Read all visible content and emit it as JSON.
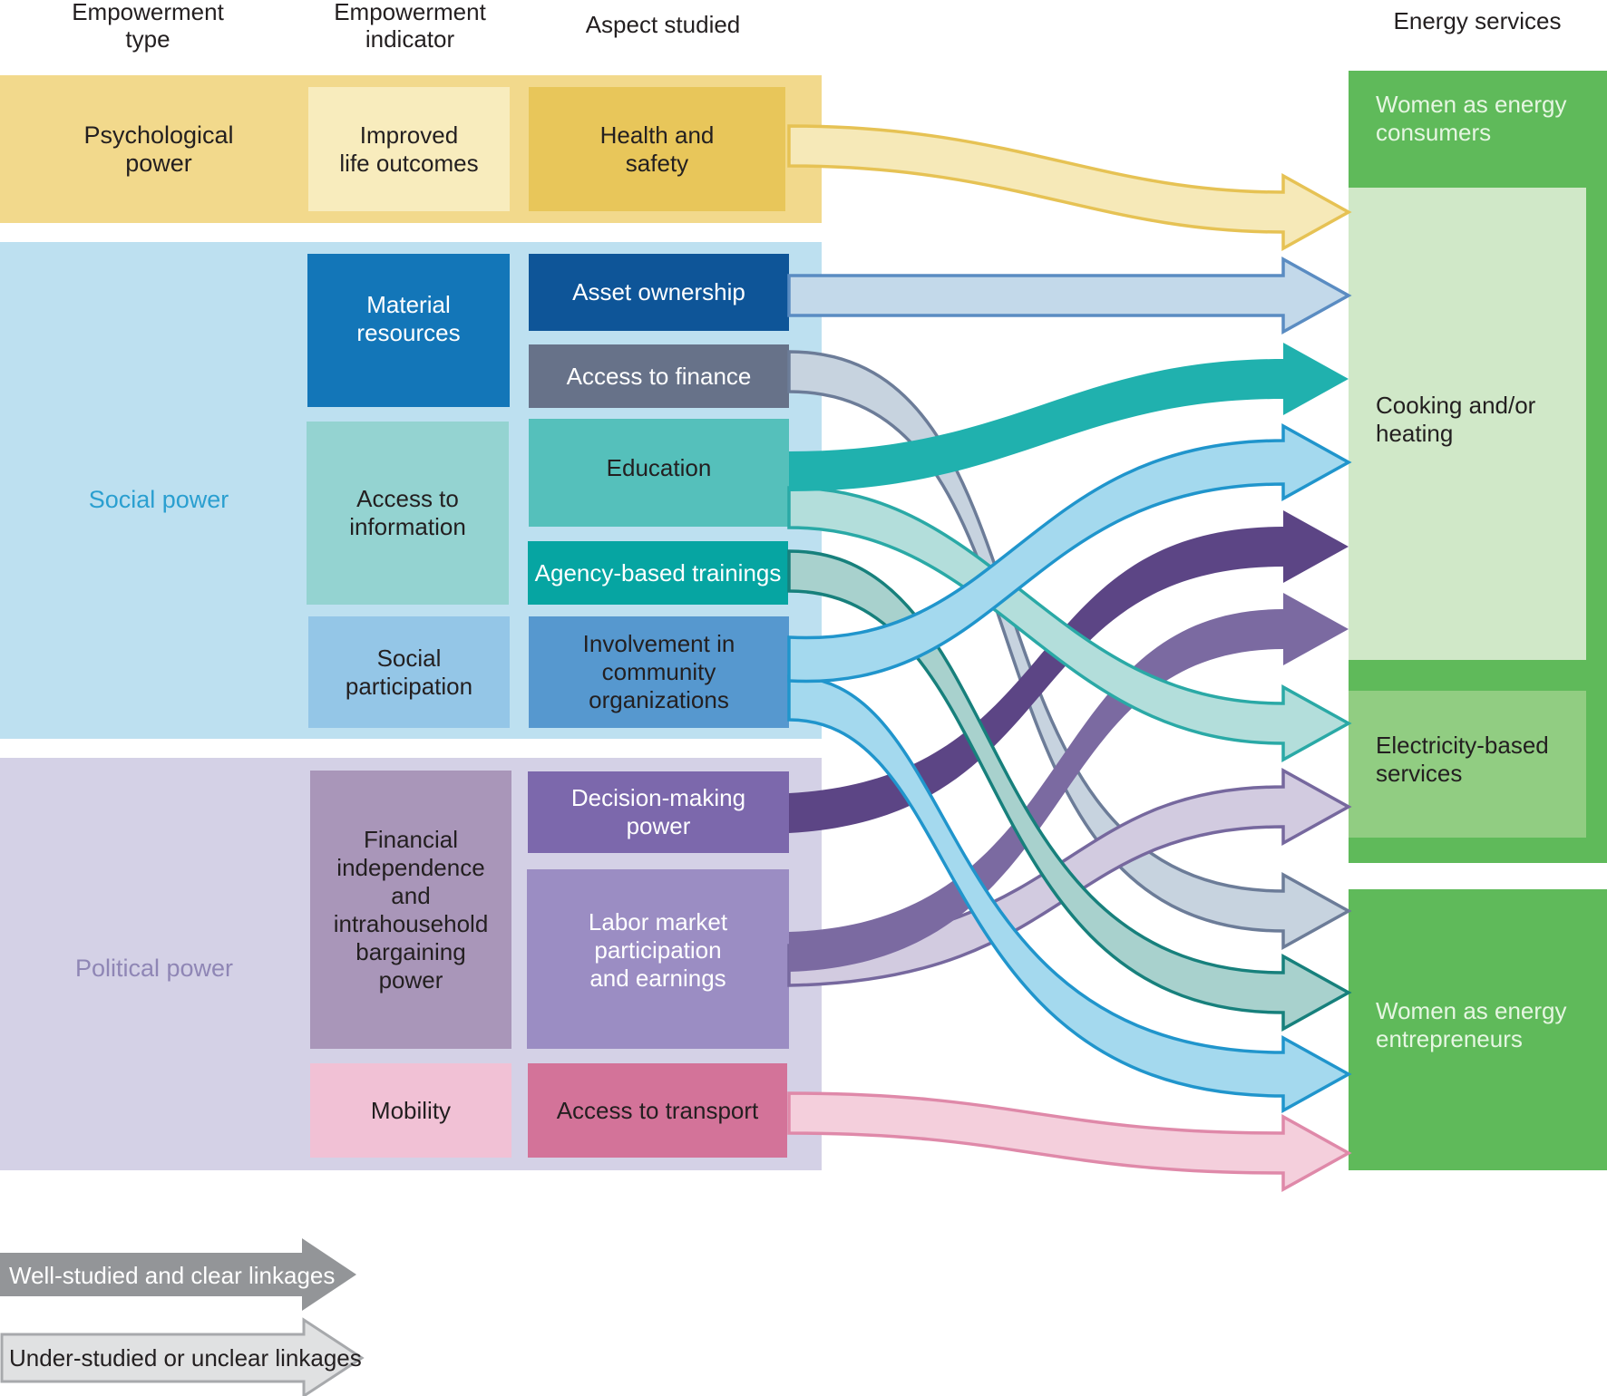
{
  "headers": {
    "empowerment_type": "Empowerment\ntype",
    "empowerment_indicator": "Empowerment\nindicator",
    "aspect_studied": "Aspect studied",
    "energy_services": "Energy services"
  },
  "empowerment_types": [
    {
      "id": "psychological",
      "label": "Psychological\npower",
      "band_color": "#f2d98c",
      "text_color": "#231f20"
    },
    {
      "id": "social",
      "label": "Social power",
      "band_color": "#bde0f0",
      "text_color": "#2a9fd0"
    },
    {
      "id": "political",
      "label": "Political power",
      "band_color": "#d4d1e6",
      "text_color": "#8f86b5"
    }
  ],
  "indicators": [
    {
      "id": "improved-life",
      "label": "Improved\nlife outcomes",
      "color": "#f8ecbd",
      "text_color": "#231f20"
    },
    {
      "id": "material-resources",
      "label": "Material\nresources",
      "color": "#1376b8",
      "text_color": "#ffffff"
    },
    {
      "id": "access-information",
      "label": "Access to\ninformation",
      "color": "#94d3d1",
      "text_color": "#231f20"
    },
    {
      "id": "social-participation",
      "label": "Social\nparticipation",
      "color": "#94c6e7",
      "text_color": "#231f20"
    },
    {
      "id": "financial-independence",
      "label": "Financial\nindependence\nand\nintrahousehold\nbargaining\npower",
      "color": "#a996b9",
      "text_color": "#231f20"
    },
    {
      "id": "mobility",
      "label": "Mobility",
      "color": "#f1c1d5",
      "text_color": "#231f20"
    }
  ],
  "aspects": [
    {
      "id": "health-safety",
      "label": "Health and\nsafety",
      "color": "#e8c65a",
      "text_color": "#231f20"
    },
    {
      "id": "asset-ownership",
      "label": "Asset ownership",
      "color": "#0e5598",
      "text_color": "#ffffff"
    },
    {
      "id": "access-finance",
      "label": "Access to finance",
      "color": "#677289",
      "text_color": "#ffffff"
    },
    {
      "id": "education",
      "label": "Education",
      "color": "#55c0bb",
      "text_color": "#231f20"
    },
    {
      "id": "agency-trainings",
      "label": "Agency-based trainings",
      "color": "#06a5a2",
      "text_color": "#ffffff"
    },
    {
      "id": "community-orgs",
      "label": "Involvement in\ncommunity\norganizations",
      "color": "#5698cf",
      "text_color": "#231f20"
    },
    {
      "id": "decision-making",
      "label": "Decision-making\npower",
      "color": "#7c68ac",
      "text_color": "#ffffff"
    },
    {
      "id": "labor-market",
      "label": "Labor market\nparticipation\nand earnings",
      "color": "#9b8dc3",
      "text_color": "#ffffff"
    },
    {
      "id": "access-transport",
      "label": "Access to transport",
      "color": "#d37399",
      "text_color": "#231f20"
    }
  ],
  "energy_services": {
    "color": "#5fba5a",
    "consumers": {
      "label": "Women as energy\nconsumers",
      "text_color": "#e6f6e2"
    },
    "cooking": {
      "label": "Cooking and/or\nheating",
      "color": "#d0e8c8",
      "text_color": "#231f20"
    },
    "electricity": {
      "label": "Electricity-based\nservices",
      "color": "#91cd82",
      "text_color": "#231f20"
    },
    "entrepreneurs": {
      "label": "Women as energy\nentrepreneurs",
      "text_color": "#e6f6e2"
    }
  },
  "linkages": [
    {
      "from": "health-safety",
      "to": "cooking",
      "strength": "under-studied",
      "fill": "#f6e9b8",
      "stroke": "#e6c254"
    },
    {
      "from": "asset-ownership",
      "to": "cooking",
      "strength": "under-studied",
      "fill": "#c3d9ea",
      "stroke": "#5a8cc2"
    },
    {
      "from": "education",
      "to": "cooking",
      "strength": "well-studied",
      "fill": "#20b1ae",
      "stroke": "none"
    },
    {
      "from": "community-orgs",
      "to": "cooking",
      "strength": "under-studied",
      "fill": "#a4d9ee",
      "stroke": "#2095cc"
    },
    {
      "from": "decision-making",
      "to": "cooking",
      "strength": "well-studied",
      "fill": "#5c4585",
      "stroke": "none"
    },
    {
      "from": "labor-market",
      "to": "cooking",
      "strength": "well-studied",
      "fill": "#7b6aa1",
      "stroke": "none"
    },
    {
      "from": "education",
      "to": "electricity",
      "strength": "under-studied",
      "fill": "#b3dedb",
      "stroke": "#2aa9a6"
    },
    {
      "from": "labor-market",
      "to": "electricity",
      "strength": "under-studied",
      "fill": "#d2cbe0",
      "stroke": "#76689e"
    },
    {
      "from": "access-finance",
      "to": "entrepreneurs",
      "strength": "under-studied",
      "fill": "#c7d3df",
      "stroke": "#6c7c98"
    },
    {
      "from": "agency-trainings",
      "to": "entrepreneurs",
      "strength": "under-studied",
      "fill": "#a8d1cd",
      "stroke": "#17807c"
    },
    {
      "from": "community-orgs",
      "to": "entrepreneurs",
      "strength": "under-studied",
      "fill": "#a4d9ee",
      "stroke": "#2095cc"
    },
    {
      "from": "access-transport",
      "to": "entrepreneurs",
      "strength": "under-studied",
      "fill": "#f4cfdc",
      "stroke": "#df89a9"
    }
  ],
  "legend": {
    "well_studied": {
      "label": "Well-studied and clear linkages",
      "fill": "#939598",
      "text_color": "#ffffff"
    },
    "under_studied": {
      "label": "Under-studied or unclear linkages",
      "fill": "#e0e1e2",
      "stroke": "#a7a9ac",
      "text_color": "#231f20"
    }
  }
}
